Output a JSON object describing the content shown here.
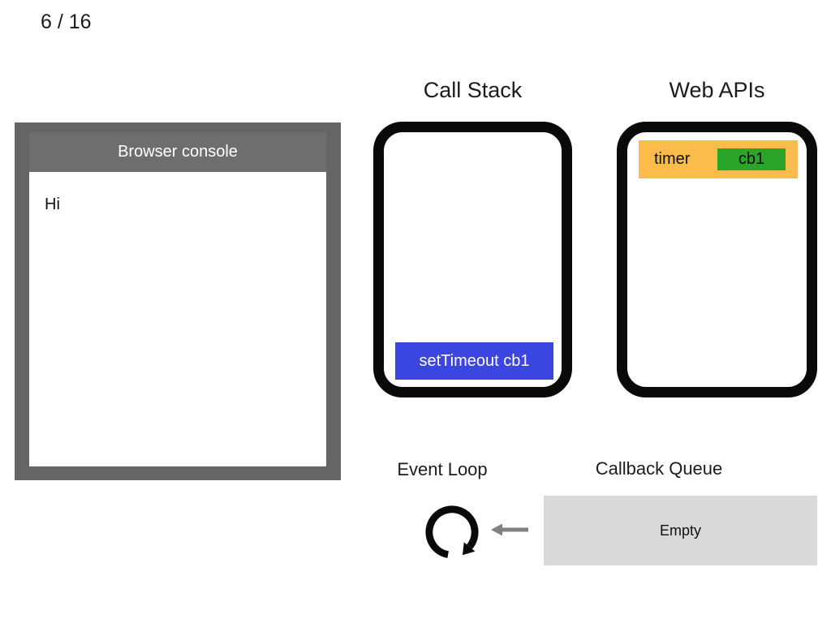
{
  "slide": {
    "counter": "6 / 16"
  },
  "console": {
    "title": "Browser console",
    "lines": [
      "Hi"
    ]
  },
  "call_stack": {
    "title": "Call Stack",
    "frames": [
      {
        "label": "setTimeout cb1"
      }
    ]
  },
  "web_apis": {
    "title": "Web APIs",
    "items": [
      {
        "label": "timer",
        "callback": "cb1"
      }
    ]
  },
  "event_loop": {
    "title": "Event Loop",
    "icon": "circular-loop-arrow"
  },
  "callback_queue": {
    "title": "Callback Queue",
    "status": "Empty"
  },
  "colors": {
    "stack_frame_blue": "#3b45e0",
    "timer_orange": "#fbbc4c",
    "callback_green": "#2aa52a",
    "console_gray": "#656565",
    "console_header_gray": "#6e6e6e",
    "queue_gray": "#d9d9d9",
    "arrow_gray": "#808080",
    "panel_border_black": "#0a0a0a"
  }
}
